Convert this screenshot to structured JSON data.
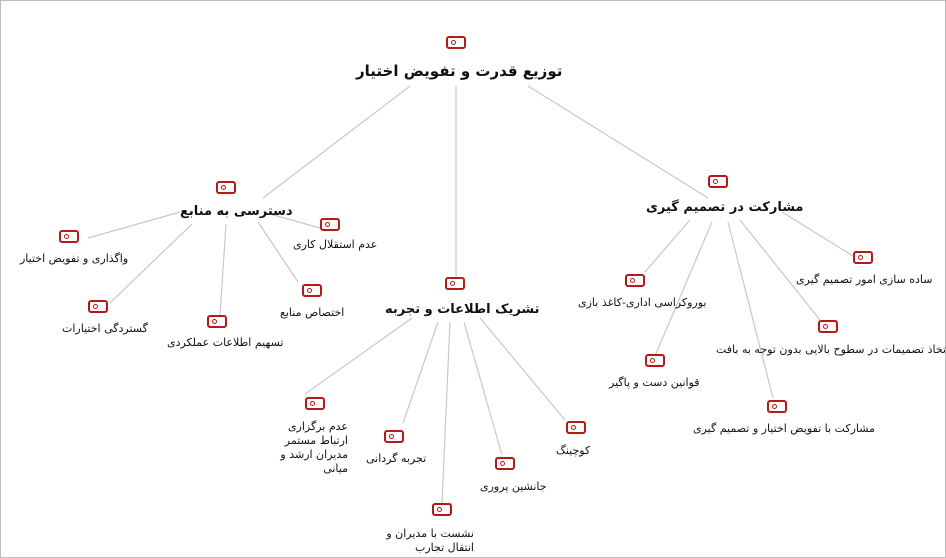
{
  "central": {
    "label": "توزیع قدرت و تفویض اختیار"
  },
  "branches": [
    {
      "label": "دسترسی به منابع",
      "children": [
        "عدم استقلال کاری",
        "واگذاری و تفویض اختیار",
        "اختصاص منابع",
        "گستردگی اختیارات",
        "تسهیم اطلاعات عملکردی"
      ]
    },
    {
      "label": "تشریک اطلاعات و تجربه",
      "children": [
        "عدم برگزاری ارتباط مستمر مدیران ارشد و میانی",
        "تجربه گردانی",
        "کوچینگ",
        "جانشین پروری",
        "نشست با مدیران و انتقال تجارب"
      ]
    },
    {
      "label": "مشارکت در تصمیم گیری",
      "children": [
        "ساده سازی امور تصمیم گیری",
        "بوروکراسی اداری-کاغذ بازی",
        "اتخاذ تصمیمات در سطوح بالایی بدون توجه به بافت",
        "قوانین دست و پاگیر",
        "مشارکت با تفویض اختیار و تصمیم گیری"
      ]
    }
  ],
  "colors": {
    "icon": "#b31b1b",
    "edge": "#c8c8c8",
    "text": "#111111"
  },
  "icon": "note-icon"
}
